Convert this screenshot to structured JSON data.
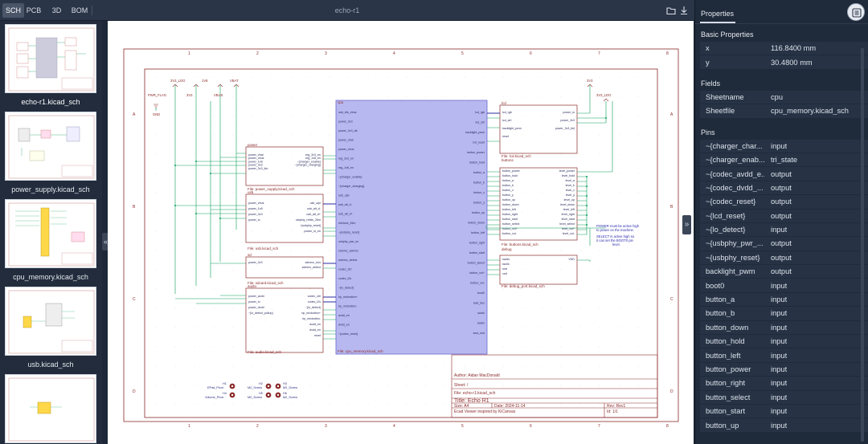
{
  "tabs": [
    {
      "label": "SCH",
      "active": true
    },
    {
      "label": "PCB",
      "active": false
    },
    {
      "label": "3D",
      "active": false
    },
    {
      "label": "BOM",
      "active": false
    }
  ],
  "document_title": "echo-r1",
  "toolbar_icons": [
    "folder-icon",
    "download-icon"
  ],
  "sheets": [
    {
      "label": "echo-r1.kicad_sch",
      "active": true
    },
    {
      "label": "power_supply.kicad_sch",
      "active": false
    },
    {
      "label": "cpu_memory.kicad_sch",
      "active": false
    },
    {
      "label": "usb.kicad_sch",
      "active": false
    },
    {
      "label": "",
      "active": false
    }
  ],
  "collapse_left_glyph": "«",
  "collapse_right_glyph": "»",
  "properties": {
    "tab_label": "Properties",
    "basic_title": "Basic Properties",
    "basic": [
      {
        "key": "x",
        "value": "116.8400 mm"
      },
      {
        "key": "y",
        "value": "30.4800 mm"
      }
    ],
    "fields_title": "Fields",
    "fields": [
      {
        "key": "Sheetname",
        "value": "cpu"
      },
      {
        "key": "Sheetfile",
        "value": "cpu_memory.kicad_sch"
      }
    ],
    "pins_title": "Pins",
    "pins": [
      {
        "key": "~{charger_char...",
        "value": "input"
      },
      {
        "key": "~{charger_enab...",
        "value": "tri_state"
      },
      {
        "key": "~{codec_avdd_e...",
        "value": "output"
      },
      {
        "key": "~{codec_dvdd_...",
        "value": "output"
      },
      {
        "key": "~{codec_reset}",
        "value": "output"
      },
      {
        "key": "~{lcd_reset}",
        "value": "output"
      },
      {
        "key": "~{lo_detect}",
        "value": "input"
      },
      {
        "key": "~{usbphy_pwr_...",
        "value": "output"
      },
      {
        "key": "~{usbphy_reset}",
        "value": "output"
      },
      {
        "key": "backlight_pwm",
        "value": "output"
      },
      {
        "key": "boot0",
        "value": "input"
      },
      {
        "key": "button_a",
        "value": "input"
      },
      {
        "key": "button_b",
        "value": "input"
      },
      {
        "key": "button_down",
        "value": "input"
      },
      {
        "key": "button_hold",
        "value": "input"
      },
      {
        "key": "button_left",
        "value": "input"
      },
      {
        "key": "button_power",
        "value": "input"
      },
      {
        "key": "button_right",
        "value": "input"
      },
      {
        "key": "button_select",
        "value": "input"
      },
      {
        "key": "button_start",
        "value": "input"
      },
      {
        "key": "button_up",
        "value": "input"
      }
    ]
  },
  "schematic": {
    "col_numbers": [
      "1",
      "2",
      "3",
      "4",
      "5",
      "6",
      "7",
      "8"
    ],
    "row_letters": [
      "A",
      "B",
      "C",
      "D"
    ],
    "power_symbols": [
      {
        "label": "3V3_LDO"
      },
      {
        "label": "1V8"
      },
      {
        "label": "VBAT"
      },
      {
        "label": "PWR_FLAG"
      },
      {
        "label": "GND"
      },
      {
        "label": "3V3"
      },
      {
        "label": "VBUS"
      },
      {
        "label": "3V3"
      },
      {
        "label": "3V3_LDO"
      }
    ],
    "sheets": {
      "power": {
        "name": "power",
        "file": "File: power_supply.kicad_sch",
        "pins_left": [
          "power_vbat",
          "power_vbus",
          "power_1v8",
          "power_3v3",
          "power_3v3_ldo"
        ],
        "pins_right": [
          "reg_3v3_en",
          "reg_1v8_en",
          "~{charger_enable}",
          "~{charger_charging}"
        ]
      },
      "usb": {
        "name": "usb",
        "file": "File: usb.kicad_sch",
        "pins_left": [
          "power_vbus",
          "power_1v8",
          "power_3v3",
          "power_io"
        ],
        "pins_right": [
          "usb_ulpi",
          "usb_alt_d-",
          "usb_alt_d+",
          "usbphy_refclk_26m",
          "~{usbphy_reset}",
          "power_io_en"
        ]
      },
      "sd": {
        "name": "sd",
        "file": "File: sdcard.kicad_sch",
        "pins_left": [
          "power_3v3"
        ],
        "pins_right": [
          "sdmmc_bus",
          "sdmmc_detect"
        ]
      },
      "audio": {
        "name": "audio",
        "file": "File: audio.kicad_sch",
        "pins_left": [
          "power_avdd",
          "power_io",
          "power_dvdd",
          "~{lo_detect_pullup}"
        ],
        "pins_right": [
          "codec_ctrl",
          "codec_i2s",
          "~{lo_detect}",
          "hp_micbutton+",
          "hp_micbutton-",
          "avdd_en",
          "dvdd_en",
          "reset"
        ]
      },
      "cpu": {
        "name": "cpu",
        "file": "File: cpu_memory.kicad_sch",
        "pins_left": [
          "usb_dfu_vbus",
          "power_3v3",
          "power_3v3_db",
          "power_vbat",
          "power_vbus",
          "reg_3v3_en",
          "reg_1v8_en",
          "~{charger_enable}",
          "~{charger_charging}",
          "usb_ulpi",
          "usb_alt_d-",
          "usb_alt_d+",
          "refclock_26m",
          "~{usbphy_reset}",
          "usbphy_pwr_en",
          "sdmmc_sdmmc",
          "sdmmc_detect",
          "codec_ctrl",
          "codec_i2s",
          "~{lo_detect}",
          "hp_micbutton+",
          "hp_micbutton-",
          "avdd_en",
          "dvdd_en",
          "~{codec_reset}"
        ],
        "pins_right": [
          "lcd_rgb",
          "lcd_ctrl",
          "backlight_pwm",
          "lcd_reset",
          "button_power",
          "button_hold",
          "button_a",
          "button_b",
          "button_x",
          "button_y",
          "button_up",
          "button_down",
          "button_left",
          "button_right",
          "button_start",
          "button_select",
          "button_vol+",
          "button_vol-",
          "boot0",
          "swd_bus",
          "swclk",
          "swdio",
          "swd_nrst"
        ]
      },
      "lcd": {
        "name": "lcd",
        "file": "File: lcd.kicad_sch",
        "pins_left": [
          "lcd_rgb",
          "lcd_ctrl",
          "backlight_pwm",
          "reset"
        ],
        "pins_right": [
          "power_io",
          "power_3v3",
          "power_3v3_bkl"
        ]
      },
      "buttons": {
        "name": "buttons",
        "file": "File: buttons.kicad_sch",
        "pins_left": [
          "button_power",
          "button_hold",
          "button_a",
          "button_b",
          "button_x",
          "button_y",
          "button_up",
          "button_down",
          "button_left",
          "button_right",
          "button_start",
          "button_select",
          "button_vol+",
          "button_vol-"
        ],
        "pins_right": [
          "level_power",
          "level_hold",
          "level_a",
          "level_b",
          "level_x",
          "level_y",
          "level_up",
          "level_down",
          "level_left",
          "level_right",
          "level_start",
          "level_select",
          "level_vol+",
          "level_vol-"
        ]
      },
      "debug": {
        "name": "debug",
        "file": "File: debug_port.kicad_sch",
        "pins_left": [
          "swdio",
          "swclk",
          "nrst",
          "vref"
        ],
        "pins_right": [
          "VDD"
        ]
      }
    },
    "notes": [
      "POWER must be active high",
      "to power on the machine.",
      "SELECT is active high so",
      "it can set the BOOT0 pin",
      "level."
    ],
    "mounting_holes": [
      {
        "ref": "H1",
        "label": "EPad_Pivot"
      },
      {
        "ref": "H2",
        "label": "M2_Screw"
      },
      {
        "ref": "H3",
        "label": "M2_Screw"
      },
      {
        "ref": "H4",
        "label": "Volume_Pivot"
      },
      {
        "ref": "H5",
        "label": "M2_Screw"
      },
      {
        "ref": "H6",
        "label": "M2_Screw"
      }
    ],
    "title_block": {
      "author": "Author: Aidan MacDonald",
      "sheet": "Sheet: /",
      "file": "File: echo-r1.kicad_sch",
      "title": "Title: Echo R1",
      "size": "Size: A4",
      "date": "Date: 2024-11-14",
      "rev": "Rev: Rev1",
      "tool": "Ecad Viewer inspired by KiCanvas",
      "id": "Id: 1/1"
    },
    "colors": {
      "border": "#8b2a2a",
      "sheet": "#8b2a2a",
      "wire": "#0aa05a",
      "bus": "#2a2aa0",
      "highlight": "#b8b8f0",
      "power": "#8b2a2a"
    }
  }
}
